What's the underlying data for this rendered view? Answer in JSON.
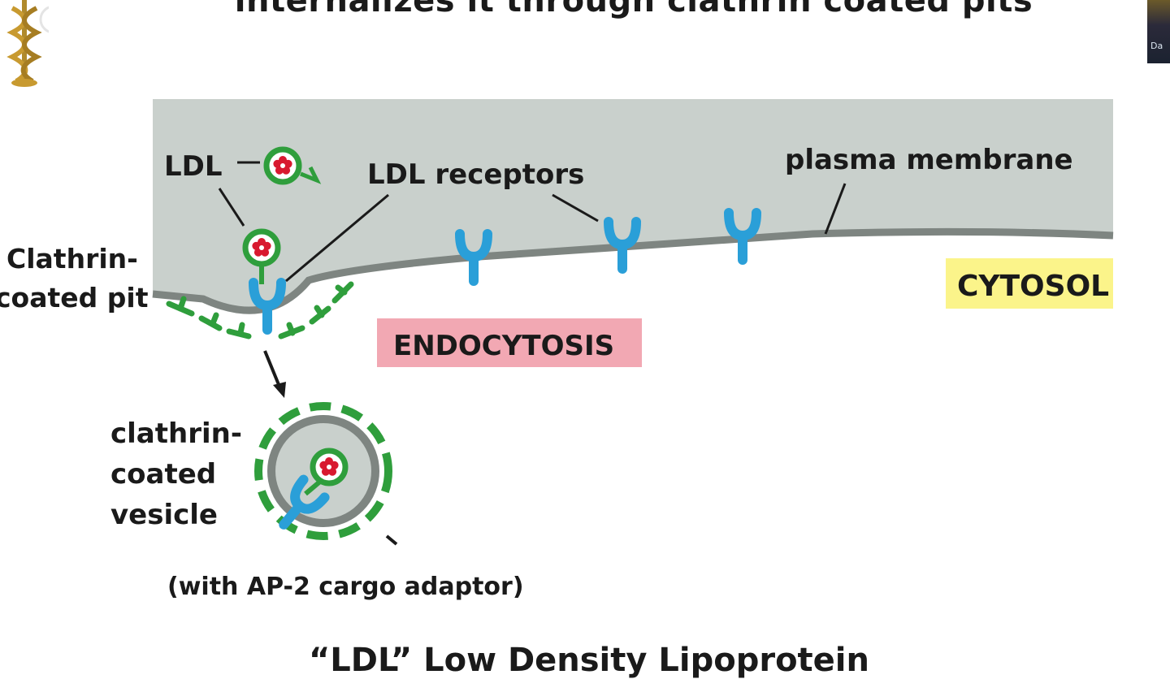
{
  "slide": {
    "title": "internalizes it through clathrin coated pits",
    "bottom_text": "“LDL”    Low  Density  Lipoprotein"
  },
  "labels": {
    "ldl": "LDL",
    "ldl_receptors": "LDL receptors",
    "plasma_membrane": "plasma membrane",
    "clathrin_coated_pit_line1": "Clathrin-",
    "clathrin_coated_pit_line2": "coated pit",
    "cytosol": "CYTOSOL",
    "endocytosis": "ENDOCYTOSIS",
    "vesicle_line1": "clathrin-",
    "vesicle_line2": "coated",
    "vesicle_line3": "vesicle",
    "ap2_note": "(with AP-2 cargo adaptor)"
  },
  "webcam": {
    "name_text": "Da"
  },
  "colors": {
    "extracellular": "#c9d0cc",
    "membrane": "#7e8581",
    "receptor": "#2a9fd8",
    "clathrin": "#2f9e3c",
    "ldl_core": "#d8192f",
    "cytosol_highlight": "#fbf48a",
    "endocytosis_highlight": "#f2a8b3"
  }
}
